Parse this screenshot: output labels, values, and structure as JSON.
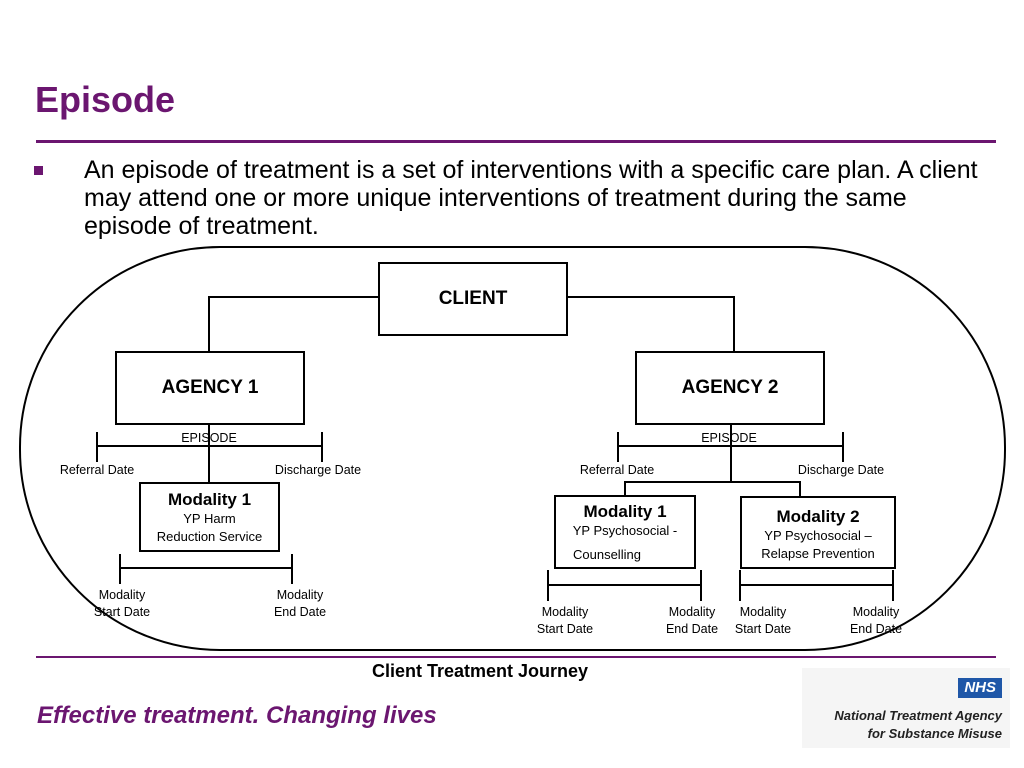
{
  "slide": {
    "title": "Episode",
    "bullet": "An episode of treatment is a set of interventions with a specific care plan. A client may attend one or more unique interventions of treatment during the same episode of treatment.",
    "caption": "Client Treatment Journey",
    "tagline": "Effective treatment. Changing lives"
  },
  "diagram": {
    "client": "CLIENT",
    "agency1": {
      "label": "AGENCY 1",
      "episode": "EPISODE",
      "referral": "Referral Date",
      "discharge": "Discharge Date",
      "modalities": [
        {
          "title": "Modality 1",
          "desc_line1": "YP Harm",
          "desc_line2": "Reduction Service",
          "start_line1": "Modality",
          "start_line2": "Start Date",
          "end_line1": "Modality",
          "end_line2": "End Date"
        }
      ]
    },
    "agency2": {
      "label": "AGENCY 2",
      "episode": "EPISODE",
      "referral": "Referral Date",
      "discharge": "Discharge Date",
      "modalities": [
        {
          "title": "Modality 1",
          "desc_line1": "YP Psychosocial -",
          "desc_line2": "Counselling",
          "start_line1": "Modality",
          "start_line2": "Start Date",
          "end_line1": "Modality",
          "end_line2": "End Date"
        },
        {
          "title": "Modality 2",
          "desc_line1": "YP Psychosocial –",
          "desc_line2": "Relapse Prevention",
          "start_line1": "Modality",
          "start_line2": "Start Date",
          "end_line1": "Modality",
          "end_line2": "End Date"
        }
      ]
    }
  },
  "logo": {
    "nhs": "NHS",
    "org_line1": "National Treatment Agency",
    "org_line2": "for Substance Misuse",
    "nhs_color": "#1f57a8"
  },
  "colors": {
    "accent": "#6b1670"
  }
}
